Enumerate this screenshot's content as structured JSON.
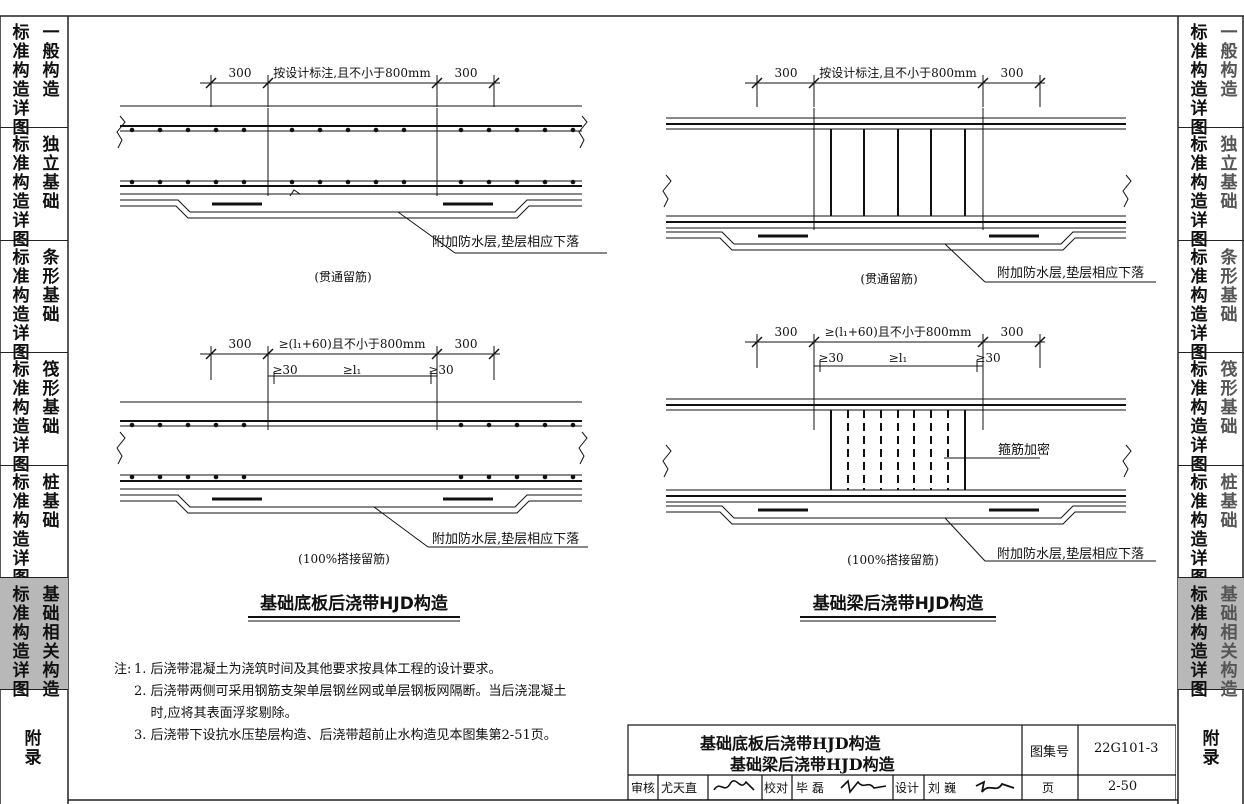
{
  "left_tabs": [
    {
      "col_a": "标准构造详图",
      "col_b": "一般构造"
    },
    {
      "col_a": "标准构造详图",
      "col_b": "独立基础"
    },
    {
      "col_a": "标准构造详图",
      "col_b": "条形基础"
    },
    {
      "col_a": "标准构造详图",
      "col_b": "筏形基础"
    },
    {
      "col_a": "标准构造详图",
      "col_b": "桩基础"
    },
    {
      "col_a": "标准构造详图",
      "col_b": "基础相关构造"
    },
    {
      "col_a": "附录",
      "col_b": ""
    }
  ],
  "right_tabs": [
    {
      "col_a": "标准构造详图",
      "col_b": "一般构造"
    },
    {
      "col_a": "标准构造详图",
      "col_b": "独立基础"
    },
    {
      "col_a": "标准构造详图",
      "col_b": "条形基础"
    },
    {
      "col_a": "标准构造详图",
      "col_b": "筏形基础"
    },
    {
      "col_a": "标准构造详图",
      "col_b": "桩基础"
    },
    {
      "col_a": "标准构造详图",
      "col_b": "基础相关构造"
    },
    {
      "col_a": "附录",
      "col_b": ""
    }
  ],
  "diagrams": {
    "dim_300": "300",
    "dim_design": "按设计标注,且不小于800mm",
    "dim_lap": "≥(l₁+60)且不小于800mm",
    "dim_30": "≥30",
    "dim_l1": "≥l₁",
    "waterproof_note": "附加防水层,垫层相应下落",
    "caption_through": "(贯通留筋)",
    "caption_lap": "(100%搭接留筋)",
    "stirrup_dense": "箍筋加密",
    "title_slab": "基础底板后浇带HJD构造",
    "title_beam": "基础梁后浇带HJD构造"
  },
  "notes": {
    "label": "注:",
    "items": [
      "1. 后浇带混凝土为浇筑时间及其他要求按具体工程的设计要求。",
      "2. 后浇带两侧可采用钢筋支架单层钢丝网或单层钢板网隔断。当后浇混凝土",
      "    时,应将其表面浮浆剔除。",
      "3. 后浇带下设抗水压垫层构造、后浇带超前止水构造见本图集第2-51页。"
    ]
  },
  "title_block": {
    "title_line1": "基础底板后浇带HJD构造",
    "title_line2": "基础梁后浇带HJD构造",
    "atlas_label": "图集号",
    "atlas_no": "22G101-3",
    "review_label": "审核",
    "review_name": "尤天直",
    "check_label": "校对",
    "check_name": "毕磊",
    "design_label": "设计",
    "design_name": "刘巍",
    "page_label": "页",
    "page_no": "2-50"
  }
}
